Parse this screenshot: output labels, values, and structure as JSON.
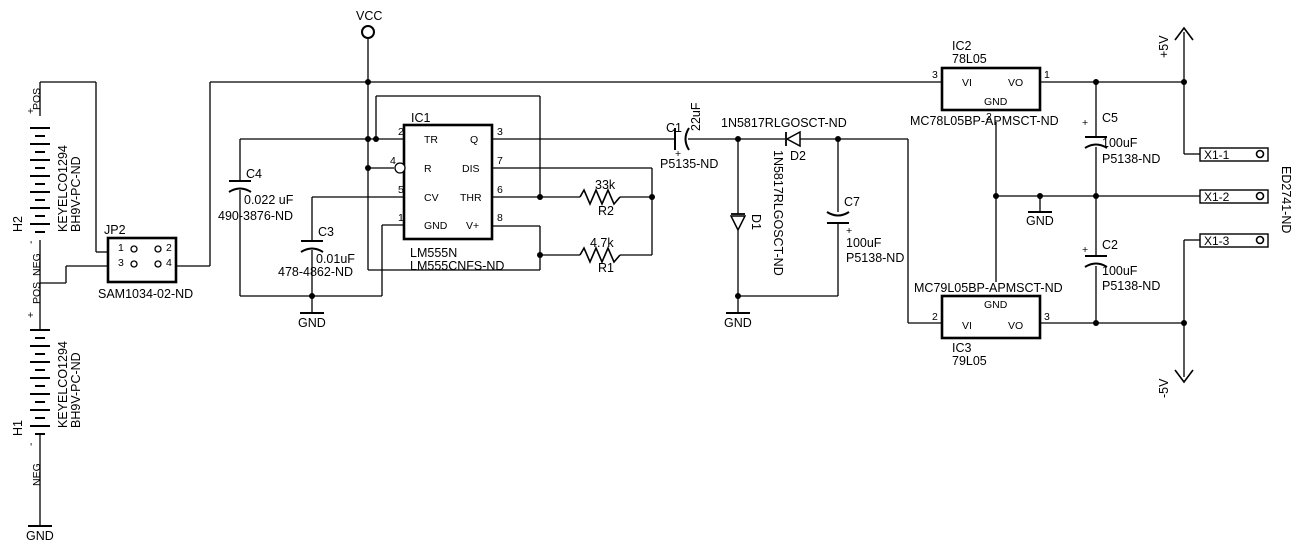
{
  "labels": {
    "vcc": "VCC",
    "gnd": "GND",
    "ic1_ref": "IC1",
    "ic1_val1": "LM555N",
    "ic1_val2": "LM555CNFS-ND",
    "ic1_pins": {
      "tr": "TR",
      "q": "Q",
      "r": "R",
      "dis": "DIS",
      "cv": "CV",
      "thr": "THR",
      "gnd": "GND",
      "vplus": "V+"
    },
    "ic1_pin_nums": {
      "p2": "2",
      "p3": "3",
      "p4": "4",
      "p7": "7",
      "p5": "5",
      "p6": "6",
      "p1": "1",
      "p8": "8"
    },
    "c4_ref": "C4",
    "c4_val": "0.022 uF",
    "c4_part": "490-3876-ND",
    "c3_ref": "C3",
    "c3_val": "0.01uF",
    "c3_part": "478-4862-ND",
    "r2_val": "33k",
    "r2_ref": "R2",
    "r1_val": "4.7k",
    "r1_ref": "R1",
    "c1_ref": "C1",
    "c1_val": "22uF",
    "c1_part": "P5135-ND",
    "d2_part": "1N5817RLGOSCT-ND",
    "d2_ref": "D2",
    "d1_ref": "D1",
    "d1_part": "1N5817RLGOSCT-ND",
    "c7_ref": "C7",
    "c7_val": "100uF",
    "c7_part": "P5138-ND",
    "ic2_ref": "IC2",
    "ic2_val": "78L05",
    "ic2_part": "MC78L05BP-APMSCT-ND",
    "ic3_ref": "IC3",
    "ic3_val": "79L05",
    "ic3_part": "MC79L05BP-APMSCT-ND",
    "reg_pins": {
      "vi": "VI",
      "vo": "VO",
      "gnd": "GND"
    },
    "reg_pin_nums": {
      "p1": "1",
      "p2": "2",
      "p3": "3"
    },
    "c5_ref": "C5",
    "c5_val": "100uF",
    "c5_part": "P5138-ND",
    "c2_ref": "C2",
    "c2_val": "100uF",
    "c2_part": "P5138-ND",
    "plus5": "+5V",
    "minus5": "-5V",
    "x1_1": "X1-1",
    "x1_2": "X1-2",
    "x1_3": "X1-3",
    "x1_part": "ED2741-ND",
    "jp2_ref": "JP2",
    "jp2_part": "SAM1034-02-ND",
    "jp_pins": {
      "p1": "1",
      "p2": "2",
      "p3": "3",
      "p4": "4"
    },
    "h2_ref": "H2",
    "h1_ref": "H1",
    "bat_part1": "KEYELCO1294",
    "bat_part2": "BH9V-PC-ND",
    "pos": "POS",
    "neg": "NEG",
    "plus_sign": "+",
    "minus_sign": "-"
  }
}
